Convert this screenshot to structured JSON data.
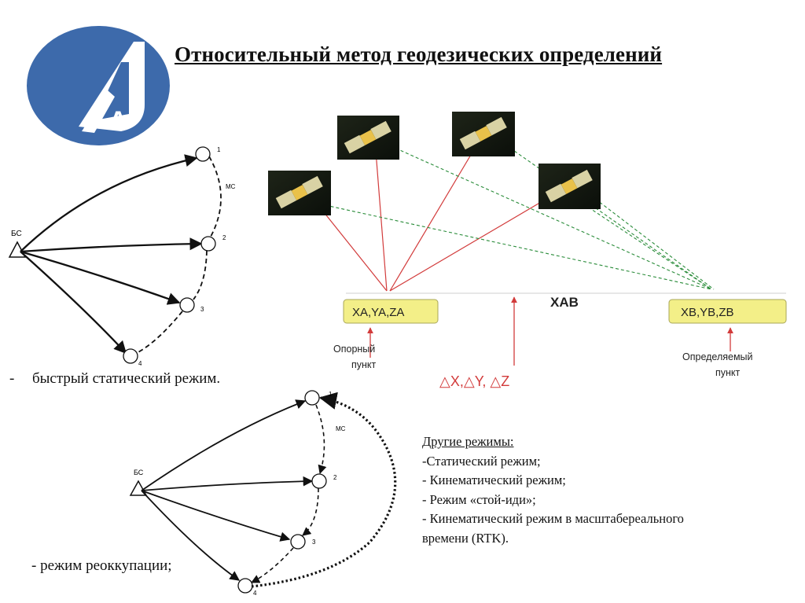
{
  "title": "Относительный метод геодезических определений",
  "logo": {
    "letter": "А",
    "color": "#3d6aab"
  },
  "scheme1": {
    "base": "БС",
    "rover": "МС",
    "points": [
      "1",
      "2",
      "3",
      "4"
    ],
    "caption_dash": "-",
    "caption": "быстрый  статический режим."
  },
  "scheme2": {
    "base": "БС",
    "rover": "МС",
    "points": [
      "1",
      "2",
      "3",
      "4"
    ],
    "caption": "- режим реоккупации;"
  },
  "gnss": {
    "ref_box": "XA,YA,ZA",
    "target_box": "XB,YB,ZB",
    "baseline": "XAB",
    "ref_label": [
      "Опорный",
      "пункт"
    ],
    "target_label": [
      "Определяемый",
      "пункт"
    ],
    "delta": "△X,△Y, △Z",
    "colors": {
      "ref": "#d23b3b",
      "target": "#2a8c3a",
      "box": "#f3ef88"
    }
  },
  "other_modes": {
    "heading": "Другие режимы:",
    "items": [
      "-Статический режим;",
      "- Кинематический режим;",
      "- Режим «стой-иди»;",
      "- Кинематический режим в масштабереального",
      "времени (RTK)."
    ]
  }
}
